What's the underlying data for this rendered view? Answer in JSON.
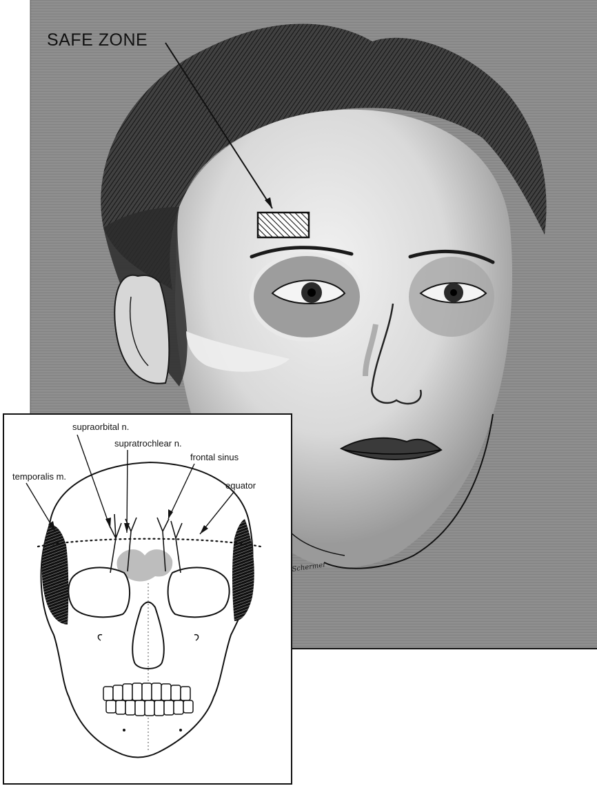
{
  "main_illustration": {
    "title": "SAFE ZONE",
    "artist_signature": "Schermer"
  },
  "inset_diagram": {
    "labels": {
      "supraorbital": "supraorbital n.",
      "supratrochlear": "supratrochlear n.",
      "frontal_sinus": "frontal sinus",
      "temporalis": "temporalis m.",
      "equator": "equator"
    }
  },
  "colors": {
    "background_gray": "#8c8c8c",
    "skin_highlight": "#e4e4e4",
    "ink": "#111111",
    "sinus_shading": "#bdbdbd"
  }
}
